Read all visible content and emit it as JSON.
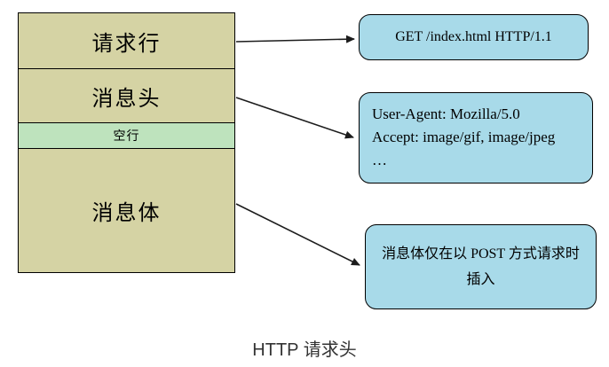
{
  "colors": {
    "stack-fill": "#d5d3a4",
    "empty-fill": "#bee3bd",
    "callout-fill": "#a8dae9",
    "line-color": "#000000",
    "caption-color": "#333333"
  },
  "diagram": {
    "stack": {
      "request_line": {
        "label": "请求行"
      },
      "message_header": {
        "label": "消息头"
      },
      "empty_line": {
        "label": "空行"
      },
      "message_body": {
        "label": "消息体"
      }
    },
    "callouts": {
      "request_line_example": {
        "text": "GET /index.html HTTP/1.1"
      },
      "header_example": {
        "lines": [
          "User-Agent: Mozilla/5.0",
          "Accept: image/gif, image/jpeg",
          "…"
        ]
      },
      "body_note": {
        "text": "消息体仅在以 POST 方式请求时插入"
      }
    },
    "caption": "HTTP 请求头"
  }
}
